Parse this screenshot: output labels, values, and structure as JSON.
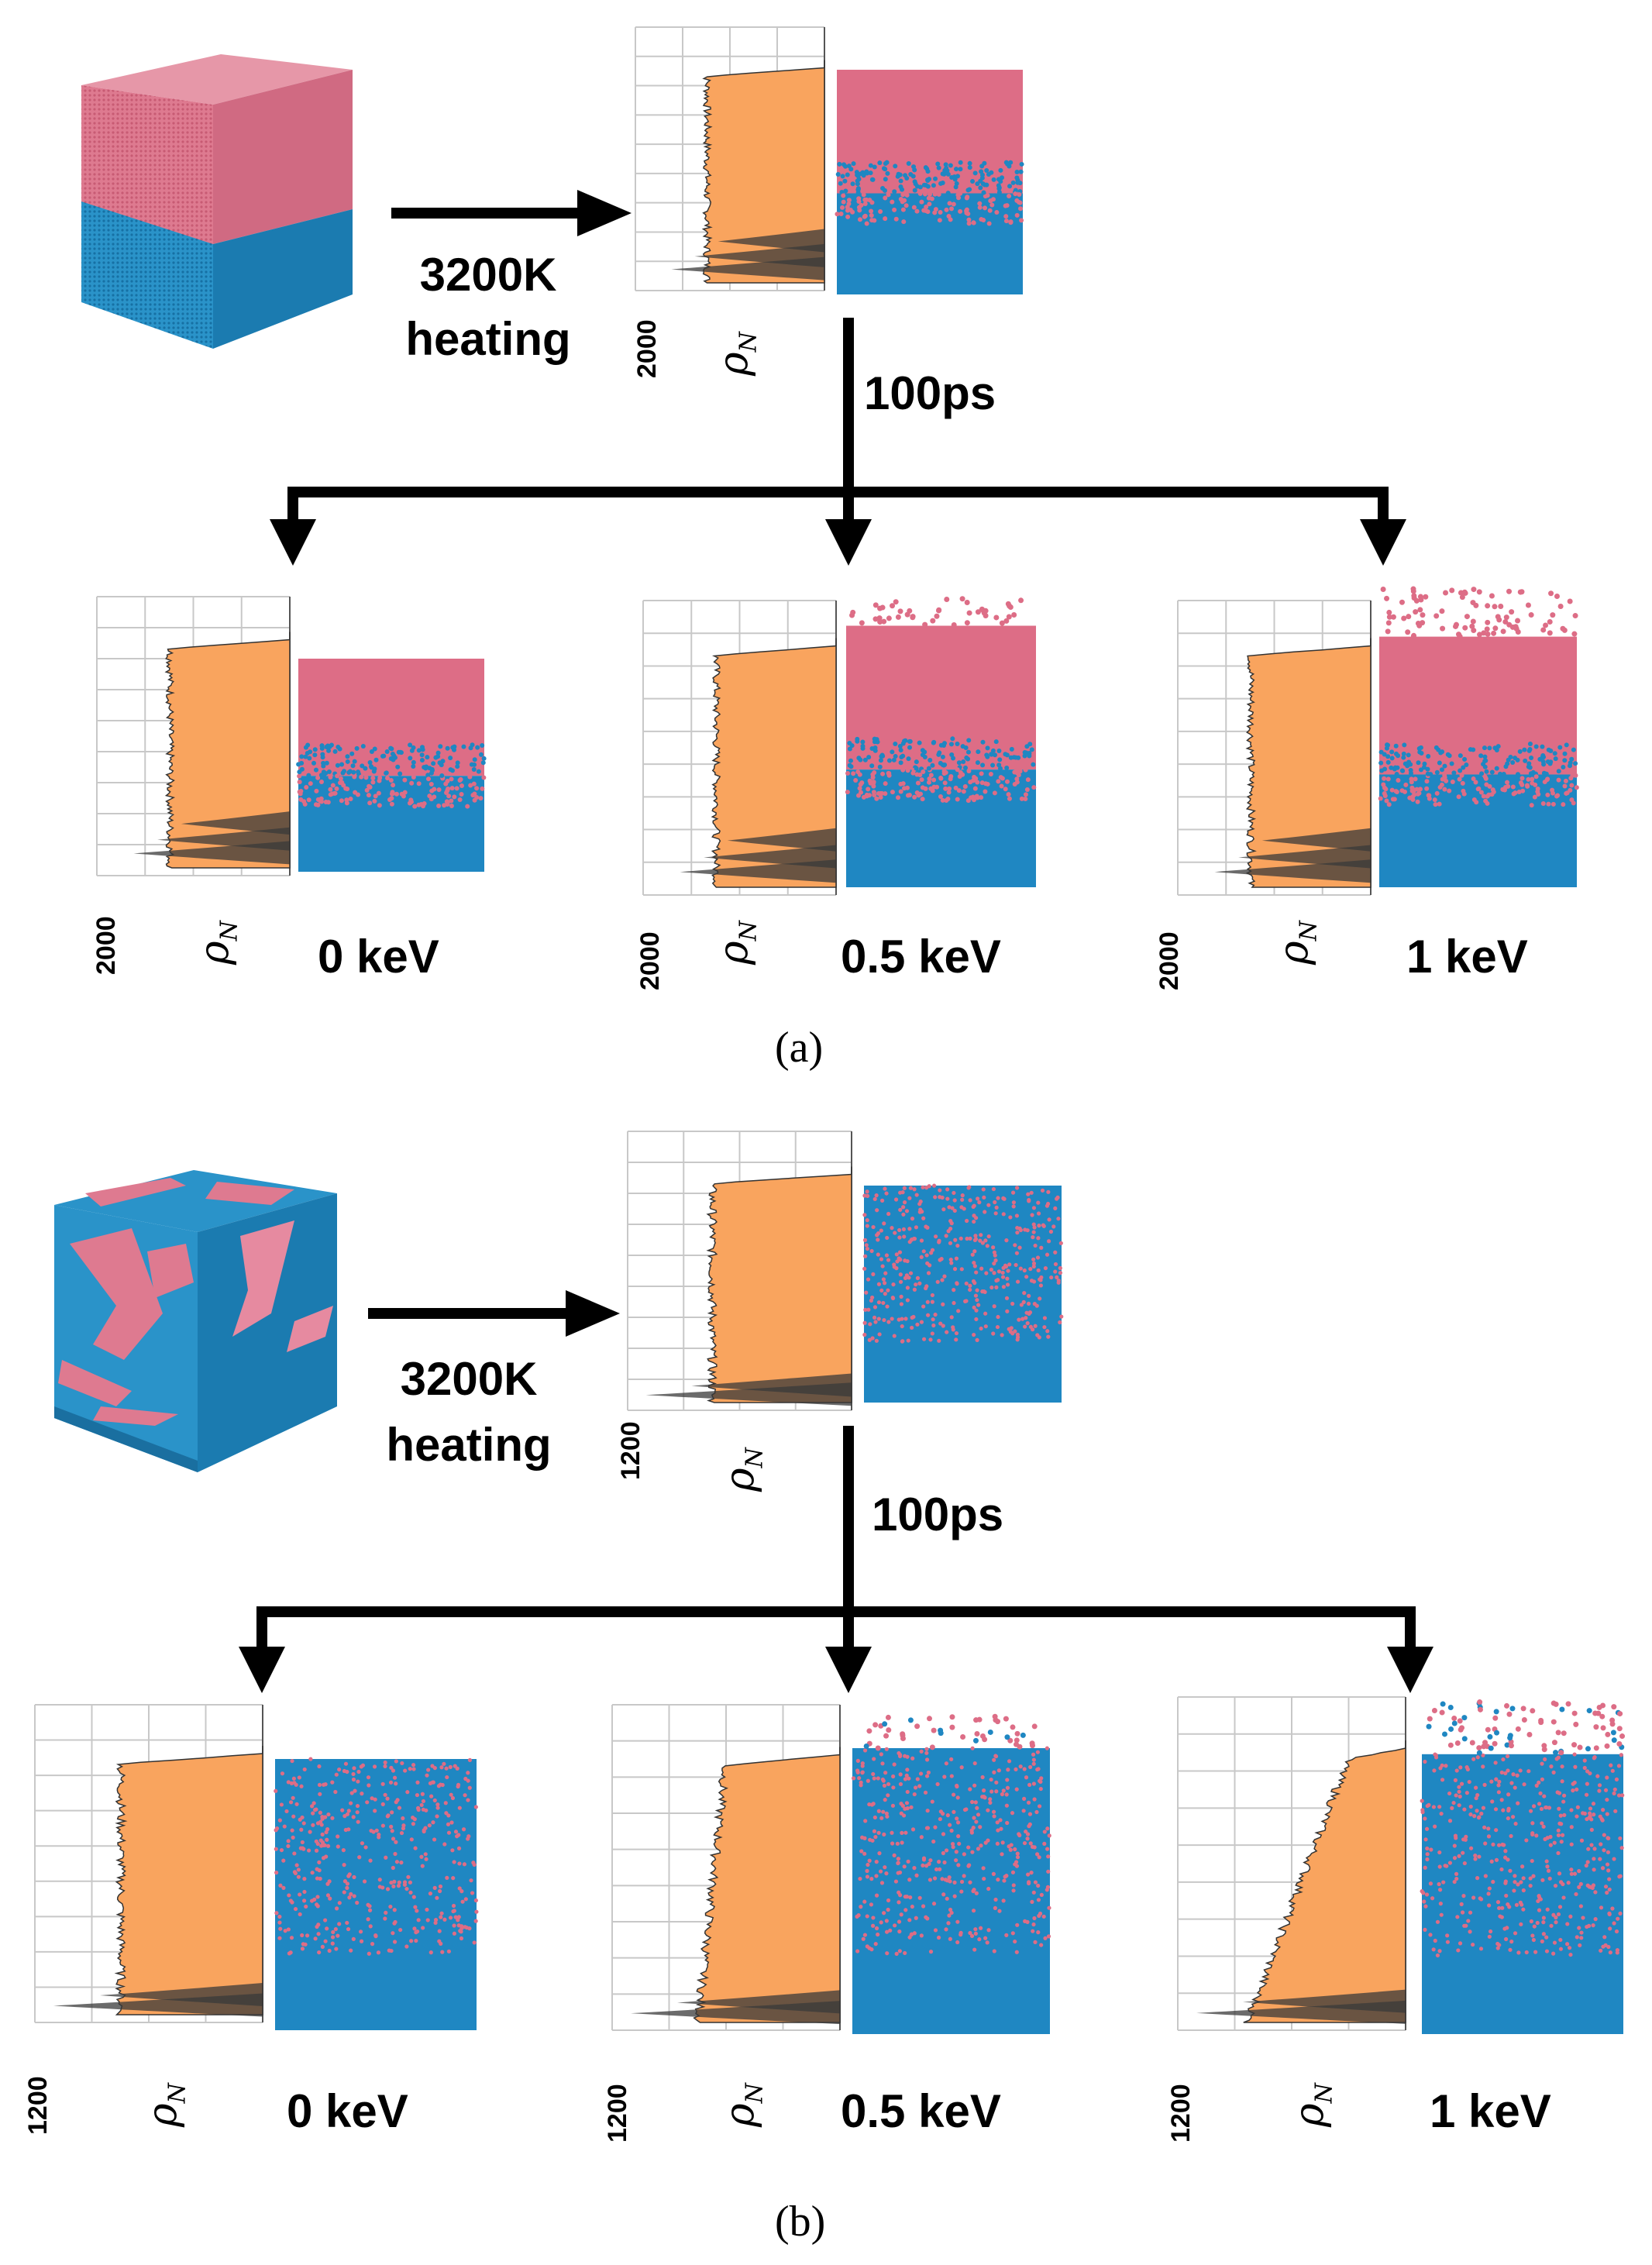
{
  "panel_a": {
    "heating_line1": "3200K",
    "heating_line2": "heating",
    "time_label": "100ps",
    "tick_label": "2000",
    "axis_symbol": "ρ",
    "axis_subscript": "N",
    "energies": [
      "0 keV",
      "0.5 keV",
      "1 keV"
    ],
    "caption": "(a)"
  },
  "panel_b": {
    "heating_line1": "3200K",
    "heating_line2": "heating",
    "time_label": "100ps",
    "tick_label": "1200",
    "axis_symbol": "ρ",
    "axis_subscript": "N",
    "energies": [
      "0 keV",
      "0.5 keV",
      "1 keV"
    ],
    "caption": "(b)"
  },
  "colors": {
    "pink": "#dd6d86",
    "blue": "#1f87c2",
    "orange": "#f9a45e",
    "arrow": "#000000"
  }
}
